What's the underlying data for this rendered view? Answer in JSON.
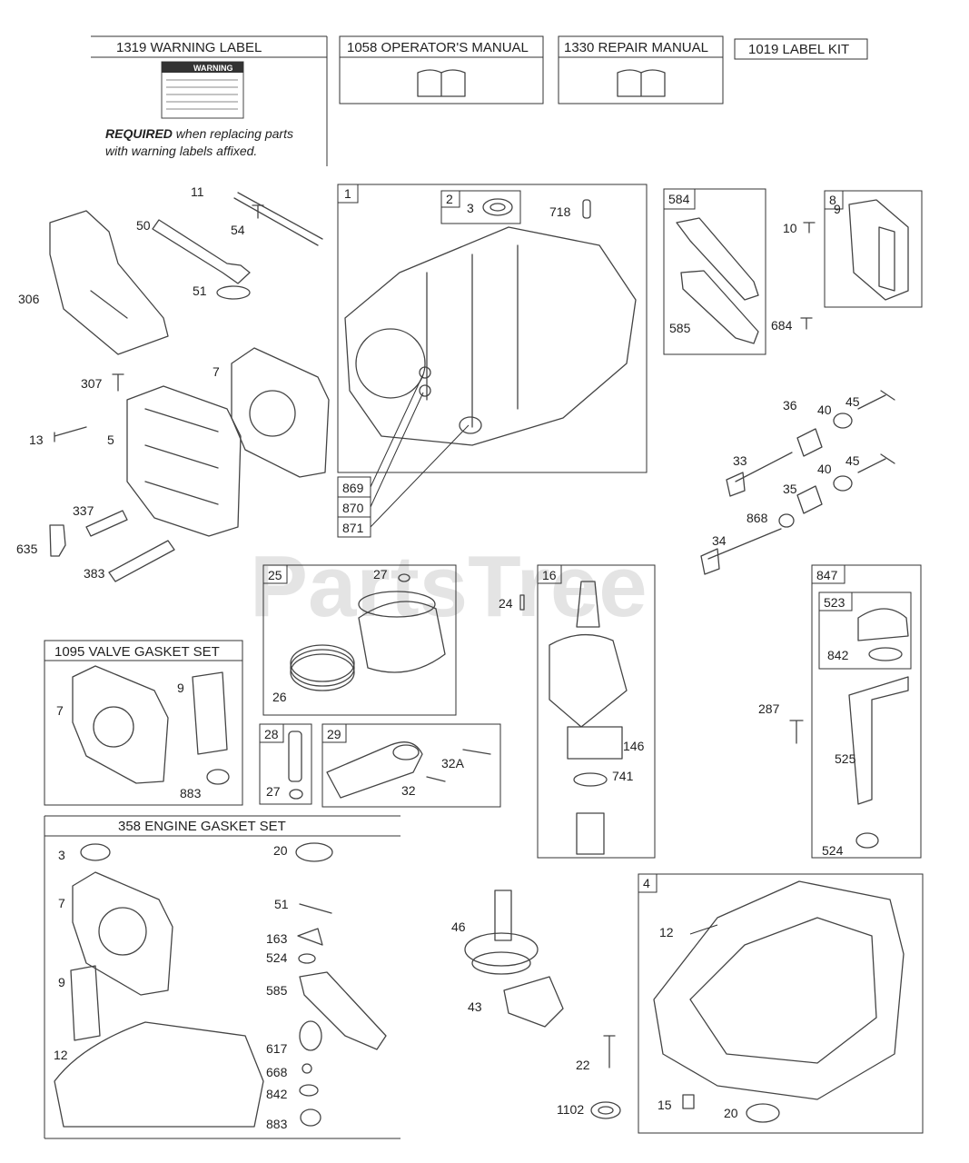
{
  "watermark": "PartsTree",
  "headers": {
    "warning_label": "1319 WARNING LABEL",
    "operators_manual": "1058 OPERATOR'S MANUAL",
    "repair_manual": "1330 REPAIR MANUAL",
    "label_kit": "1019 LABEL KIT",
    "warning_sign": "WARNING",
    "required_bold": "REQUIRED",
    "required_rest": " when replacing parts",
    "required_line2": "with warning labels affixed."
  },
  "kits": {
    "valve_gasket_set": "1095 VALVE GASKET SET",
    "engine_gasket_set": "358 ENGINE GASKET SET"
  },
  "group_tags": {
    "g1": "1",
    "g2": "2",
    "g584": "584",
    "g8": "8",
    "g25": "25",
    "g16": "16",
    "g847": "847",
    "g523": "523",
    "g28": "28",
    "g29": "29",
    "g4": "4",
    "g869": "869",
    "g870": "870",
    "g871": "871"
  },
  "callouts": {
    "c11": "11",
    "c50": "50",
    "c54": "54",
    "c51": "51",
    "c306": "306",
    "c307": "307",
    "c7a": "7",
    "c13": "13",
    "c5": "5",
    "c337": "337",
    "c635": "635",
    "c383": "383",
    "c3a": "3",
    "c718": "718",
    "c585a": "585",
    "c10": "10",
    "c9a": "9",
    "c684": "684",
    "c40a": "40",
    "c45a": "45",
    "c36": "36",
    "c33": "33",
    "c40b": "40",
    "c45b": "45",
    "c35": "35",
    "c868a": "868",
    "c34": "34",
    "c27a": "27",
    "c26": "26",
    "c24": "24",
    "c146": "146",
    "c741": "741",
    "c842a": "842",
    "c287": "287",
    "c525": "525",
    "c524a": "524",
    "c7b": "7",
    "c9b": "9",
    "c883a": "883",
    "c27b": "27",
    "c32a": "32A",
    "c32": "32",
    "c3b": "3",
    "c20a": "20",
    "c7c": "7",
    "c51b": "51",
    "c163": "163",
    "c524b": "524",
    "c9c": "9",
    "c585b": "585",
    "c12a": "12",
    "c617": "617",
    "c668": "668",
    "c842b": "842",
    "c883b": "883",
    "c46": "46",
    "c43": "43",
    "c22": "22",
    "c1102": "1102",
    "c12b": "12",
    "c15": "15",
    "c20b": "20"
  }
}
